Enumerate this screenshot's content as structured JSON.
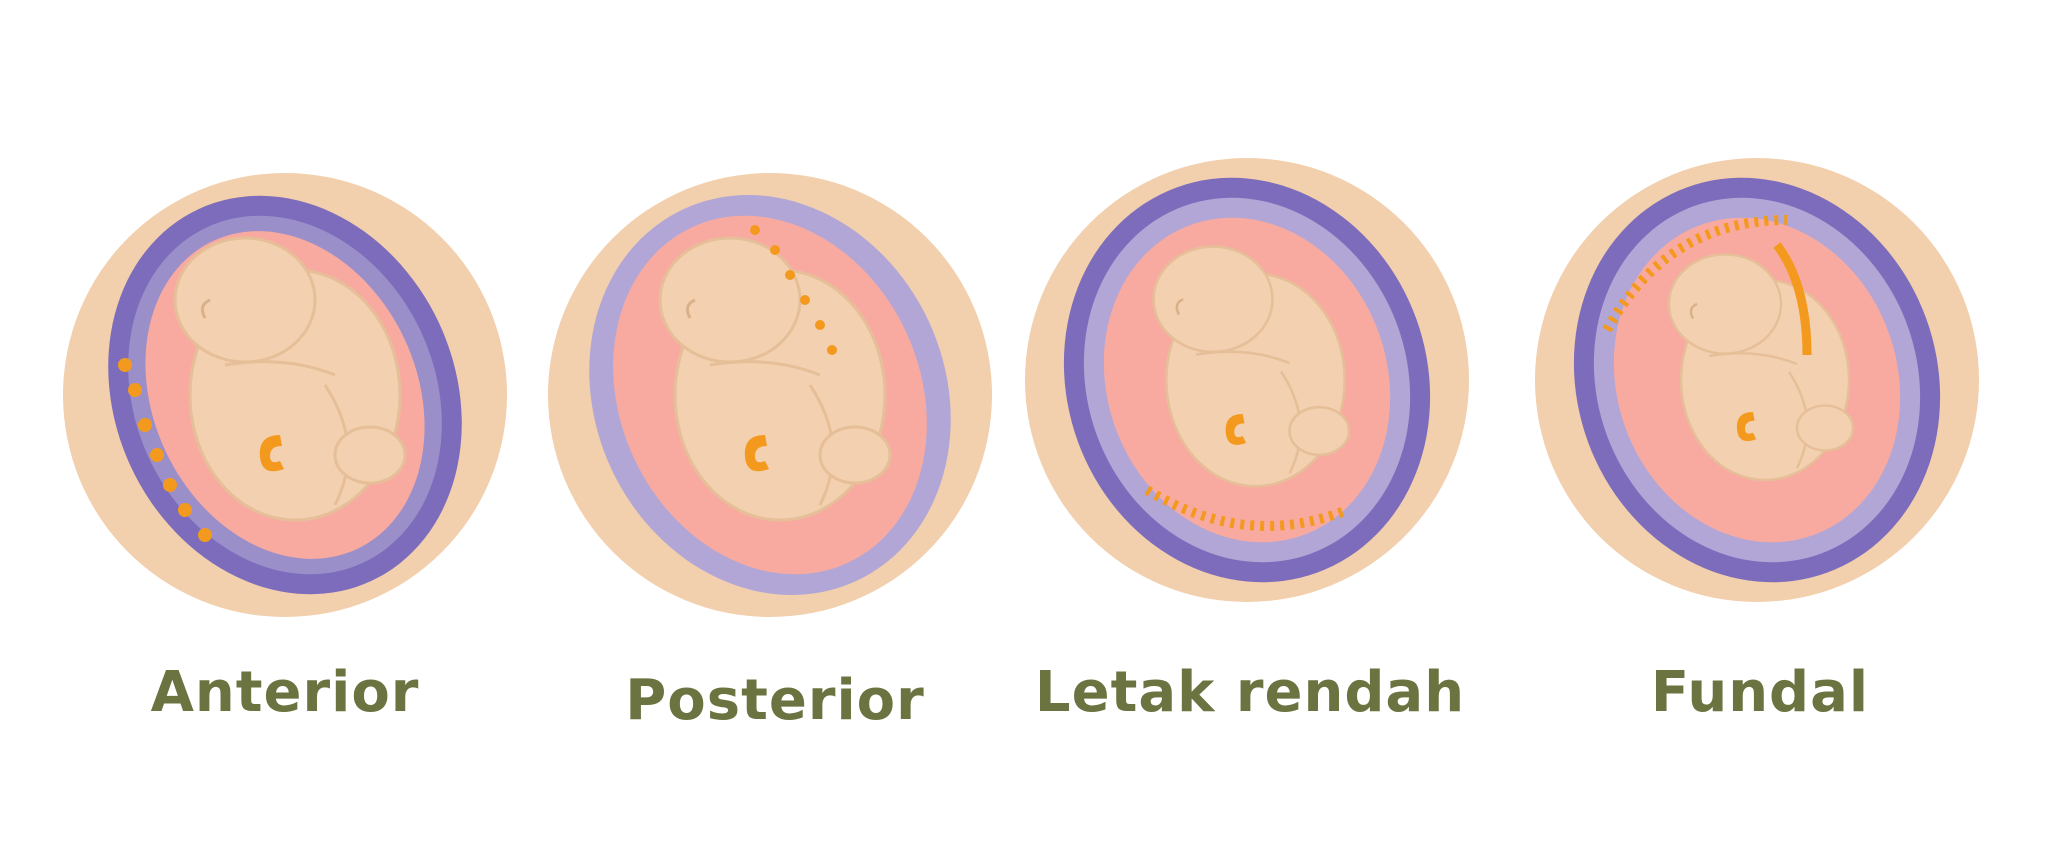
{
  "colors": {
    "label": "#6b7340",
    "belly": "#f2cfad",
    "uterus_dark": "#7d6cbb",
    "uterus_light": "#b1a6d6",
    "amniotic": "#f9aaa0",
    "fetus": "#f2d0b0",
    "placenta": "#f39a1e"
  },
  "positions": [
    {
      "label": "Anterior"
    },
    {
      "label": "Posterior"
    },
    {
      "label": "Letak rendah"
    },
    {
      "label": "Fundal"
    }
  ]
}
